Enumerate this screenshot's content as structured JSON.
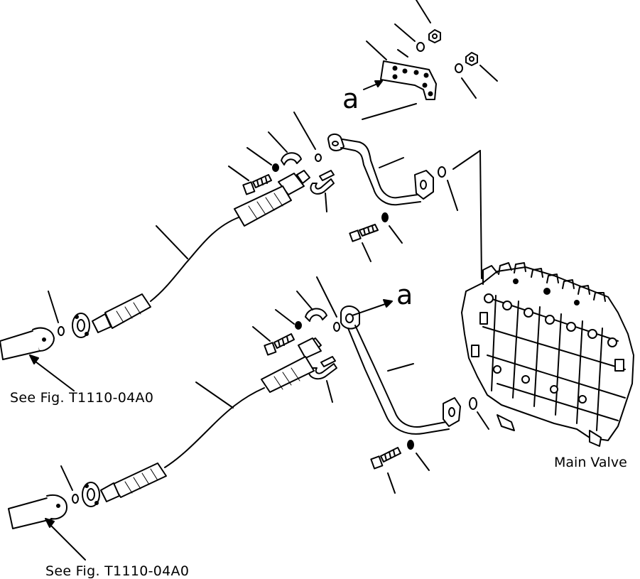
{
  "labels": {
    "ref_a_upper": "a",
    "ref_a_lower": "a",
    "see_fig_upper": "See Fig. T1110-04A0",
    "see_fig_lower": "See Fig. T1110-04A0",
    "main_valve": "Main Valve"
  },
  "colors": {
    "ink": "#000000",
    "paper": "#ffffff"
  }
}
